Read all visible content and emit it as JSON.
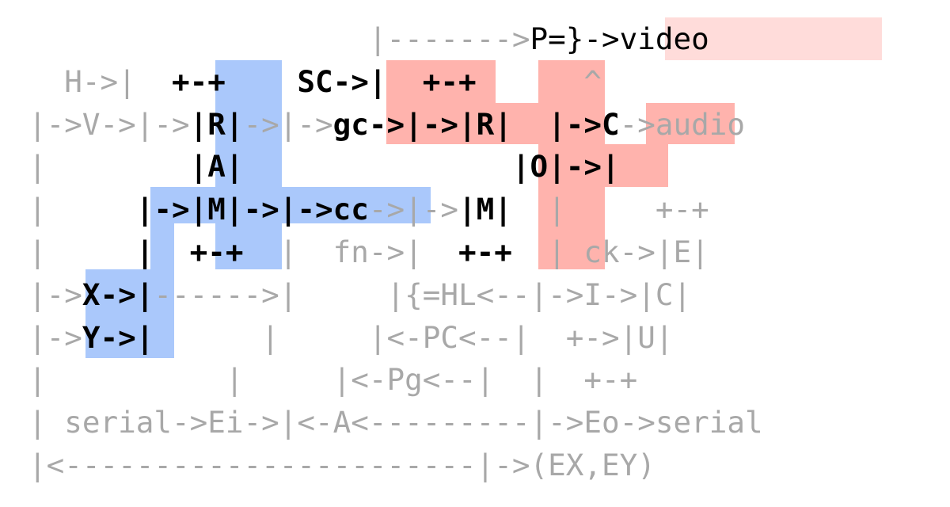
{
  "colors": {
    "text_muted": "#a8a8a8",
    "text_bold": "#000000",
    "cpu_block_fill": "#aac8fb",
    "video_block_fill": "#ffb3ad",
    "video_output_fill": "#ffdcda"
  },
  "lines": [
    [
      {
        "t": "                   |------->",
        "s": "plain"
      },
      {
        "t": "P=}->video",
        "s": "vout"
      }
    ],
    [
      {
        "t": "  H->|  ",
        "s": "plain"
      },
      {
        "t": "+-+",
        "s": "cpu"
      },
      {
        "t": "    ",
        "s": "plain"
      },
      {
        "t": "SC->|",
        "s": "vid"
      },
      {
        "t": "  ",
        "s": "plain"
      },
      {
        "t": "+-+",
        "s": "vid"
      },
      {
        "t": "      ^",
        "s": "plain"
      }
    ],
    [
      {
        "t": "|->V->|->",
        "s": "plain"
      },
      {
        "t": "|R|",
        "s": "cpu"
      },
      {
        "t": "->|->",
        "s": "plain"
      },
      {
        "t": "gc->|->|R|",
        "s": "vid"
      },
      {
        "t": "  ",
        "s": "plain"
      },
      {
        "t": "|->C",
        "s": "vid"
      },
      {
        "t": "->audio",
        "s": "plain"
      }
    ],
    [
      {
        "t": "|        ",
        "s": "plain"
      },
      {
        "t": "|A|",
        "s": "cpu"
      },
      {
        "t": "               ",
        "s": "plain"
      },
      {
        "t": "|O|->|",
        "s": "vid"
      }
    ],
    [
      {
        "t": "|     ",
        "s": "plain"
      },
      {
        "t": "|->|M|->|->cc",
        "s": "cpu"
      },
      {
        "t": "->|->",
        "s": "plain"
      },
      {
        "t": "|M|",
        "s": "vid"
      },
      {
        "t": "  |     +-+",
        "s": "plain"
      }
    ],
    [
      {
        "t": "|     ",
        "s": "plain"
      },
      {
        "t": "|",
        "s": "cpu"
      },
      {
        "t": "  ",
        "s": "plain"
      },
      {
        "t": "+-+",
        "s": "cpu"
      },
      {
        "t": "  |  fn->|  ",
        "s": "plain"
      },
      {
        "t": "+-+",
        "s": "vid"
      },
      {
        "t": "  | ck->|E|",
        "s": "plain"
      }
    ],
    [
      {
        "t": "|->",
        "s": "plain"
      },
      {
        "t": "X->|",
        "s": "cpu"
      },
      {
        "t": "------>|     |{=HL<--|->I->|C|",
        "s": "plain"
      }
    ],
    [
      {
        "t": "|->",
        "s": "plain"
      },
      {
        "t": "Y->|",
        "s": "cpu"
      },
      {
        "t": "      |     |<-PC<--|  +->|U|",
        "s": "plain"
      }
    ],
    [
      {
        "t": "|          |     |<-Pg<--|  |  +-+",
        "s": "plain"
      }
    ],
    [
      {
        "t": "| serial->Ei->|<-A<---------|->Eo->serial",
        "s": "plain"
      }
    ],
    [
      {
        "t": "|<-----------------------|->(EX,EY)",
        "s": "plain"
      }
    ]
  ]
}
